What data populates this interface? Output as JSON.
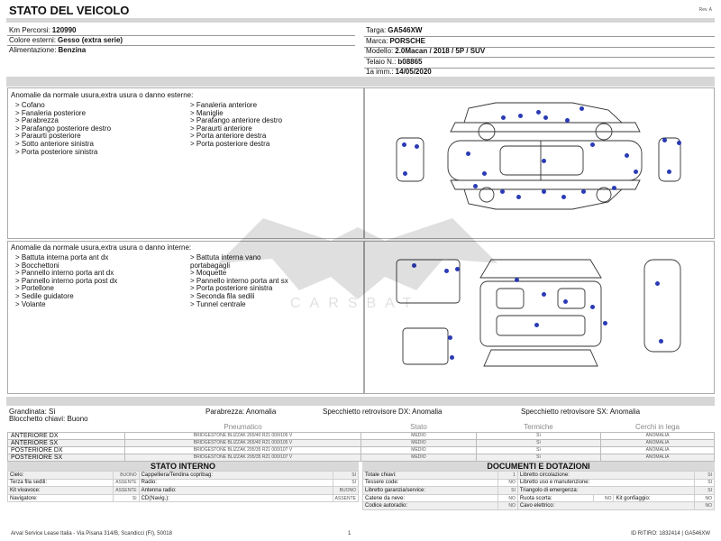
{
  "header": {
    "title": "STATO DEL VEICOLO",
    "revision": "Rev. A"
  },
  "vehicle_left": [
    {
      "label": "Km Percorsi:",
      "value": "120990"
    },
    {
      "label": "Colore esterni:",
      "value": "Gesso (extra serie)"
    },
    {
      "label": "Alimentazione:",
      "value": "Benzina"
    }
  ],
  "vehicle_right": [
    {
      "label": "Targa:",
      "value": "GA546XW"
    },
    {
      "label": "Marca:",
      "value": "PORSCHE"
    },
    {
      "label": "Modello:",
      "value": "2.0Macan / 2018 / 5P / SUV"
    },
    {
      "label": "Telaio N.:",
      "value": "b08865"
    },
    {
      "label": "1a imm.:",
      "value": "14/05/2020"
    }
  ],
  "exterior": {
    "heading": "Anomalie da normale usura,extra usura o danno esterne:",
    "col1": [
      "> Cofano",
      "> Fanaleria posteriore",
      "> Parabrezza",
      "> Parafango posteriore destro",
      "> Paraurti posteriore",
      "> Sotto anteriore sinistra",
      "> Porta posteriore sinistra"
    ],
    "col2": [
      "> Fanaleria anteriore",
      "> Maniglie",
      "> Parafango anteriore destro",
      "> Paraurti anteriore",
      "> Porta anteriore destra",
      "> Porta posteriore destra"
    ]
  },
  "interior": {
    "heading": "Anomalie da normale usura,extra usura o danno interne:",
    "col1": [
      "> Battuta interna porta ant dx",
      "> Bocchettoni",
      "> Pannello interno porta ant dx",
      "> Pannello interno porta post dx",
      "> Portellone",
      "> Sedile guidatore",
      "> Volante"
    ],
    "col2": [
      "> Battuta interna vano",
      "portabagagli",
      "> Moquette",
      "> Pannello interno porta ant sx",
      "> Porta posteriore sinistra",
      "> Seconda fila sedili",
      "> Tunnel centrale"
    ]
  },
  "status_line": {
    "grandinata": "Grandinata: Sì",
    "parabrezza": "Parabrezza: Anomalia",
    "specchietto_dx": "Specchietto retrovisore DX: Anomalia",
    "specchietto_sx": "Specchietto retrovisore SX: Anomalia",
    "blocchetto": "Blocchetto chiavi: Buono"
  },
  "tyres": {
    "headers": [
      "Pneumatico",
      "Stato",
      "Termiche",
      "Cerchi in lega"
    ],
    "rows": [
      {
        "pos": "ANTERIORE DX",
        "model": "BRIDGESTONE BLIZZAK 265/40 R21 000/105 V",
        "stato": "MEDIO",
        "termiche": "Sì",
        "cerchi": "ANOMALIA"
      },
      {
        "pos": "ANTERIORE SX",
        "model": "BRIDGESTONE BLIZZAK 265/40 R21 000/105 V",
        "stato": "MEDIO",
        "termiche": "Sì",
        "cerchi": "ANOMALIA"
      },
      {
        "pos": "POSTERIORE DX",
        "model": "BRIDGESTONE BLIZZAK 295/35 R21 000/107 V",
        "stato": "MEDIO",
        "termiche": "Sì",
        "cerchi": "ANOMALIA"
      },
      {
        "pos": "POSTERIORE SX",
        "model": "BRIDGESTONE BLIZZAK 295/35 R21 000/107 V",
        "stato": "MEDIO",
        "termiche": "Sì",
        "cerchi": "ANOMALIA"
      }
    ]
  },
  "stato_interno": {
    "title": "STATO INTERNO",
    "rows": [
      [
        "Cielo:",
        "BUONO",
        "Cappelliera/Tendina copribag:",
        "SI"
      ],
      [
        "Terza fila sedili:",
        "ASSENTE",
        "Radio:",
        "SI"
      ],
      [
        "Kit vivavoce:",
        "ASSENTE",
        "Antenna radio:",
        "BUONO"
      ],
      [
        "Navigatore:",
        "Sì",
        "CD(Navig.):",
        "ASSENTE"
      ]
    ]
  },
  "documenti": {
    "title": "DOCUMENTI E DOTAZIONI",
    "rows": [
      [
        "Totale chiavi:",
        "1",
        "Libretto circolazione:",
        "SI"
      ],
      [
        "Tessere code:",
        "NO",
        "Libretto uso e manutenzione:",
        "SI"
      ],
      [
        "Libretto garanzia/service:",
        "SI",
        "Triangolo di emergenza:",
        "SI"
      ],
      [
        "Catene da neve:",
        "NO",
        "Ruota scorta:",
        "NO",
        "Kit gonfiaggio:",
        "NO"
      ],
      [
        "Codice autoradio:",
        "NO",
        "Cavo elettrico:",
        "NO"
      ]
    ]
  },
  "footer": {
    "address": "Arval Service Lease Italia - Via Pisana 314/B, Scandicci (FI), 50018",
    "page": "1",
    "ritiro": "ID RITIRO: 1832414 | GA546XW"
  },
  "watermark": "CARSBAT"
}
